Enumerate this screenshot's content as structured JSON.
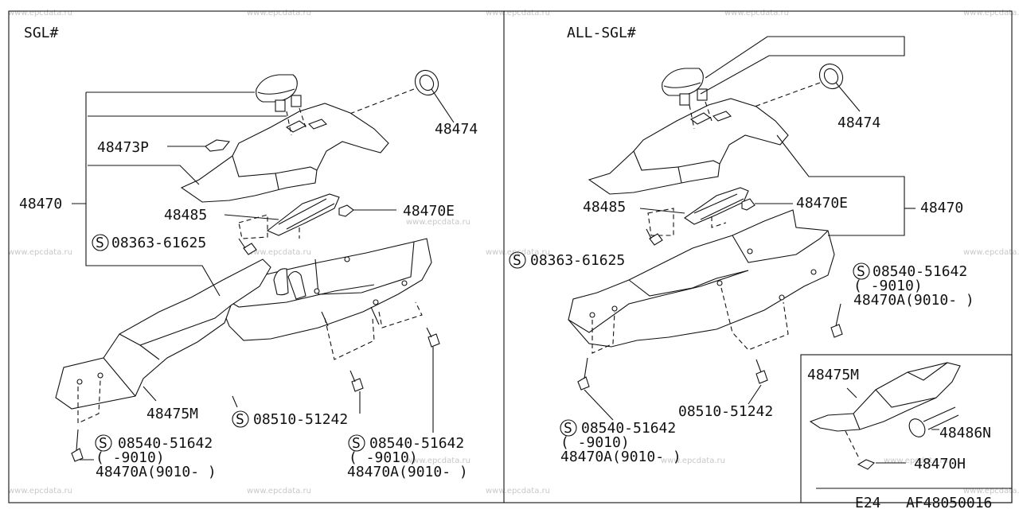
{
  "watermark": "www.epcdata.ru",
  "left_panel": {
    "title": "SGL#",
    "labels": {
      "p48474": "48474",
      "p48473P": "48473P",
      "p48470": "48470",
      "p48485": "48485",
      "p48470E": "48470E",
      "s08363": "08363-61625",
      "p48475M": "48475M",
      "s08510": "08510-51242",
      "s08540_a": "08540-51642",
      "range_a": "(  -9010)",
      "p48470A_a": "48470A(9010-  )",
      "s08540_b": "08540-51642",
      "range_b": "(  -9010)",
      "p48470A_b": "48470A(9010-  )"
    }
  },
  "right_panel": {
    "title": "ALL-SGL#",
    "labels": {
      "p48474": "48474",
      "p48470E": "48470E",
      "p48470": "48470",
      "p48485": "48485",
      "s08363": "08363-61625",
      "s08540_top": "08540-51642",
      "range_top": "(  -9010)",
      "p48470A_top": "48470A(9010-  )",
      "s08510": "08510-51242",
      "s08540_bot": "08540-51642",
      "range_bot": "(  -9010)",
      "p48470A_bot": "48470A(9010-  )"
    },
    "inset": {
      "p48475M": "48475M",
      "p48486N": "48486N",
      "p48470H": "48470H"
    }
  },
  "footer": {
    "page": "E24",
    "code": "AF48050016"
  }
}
